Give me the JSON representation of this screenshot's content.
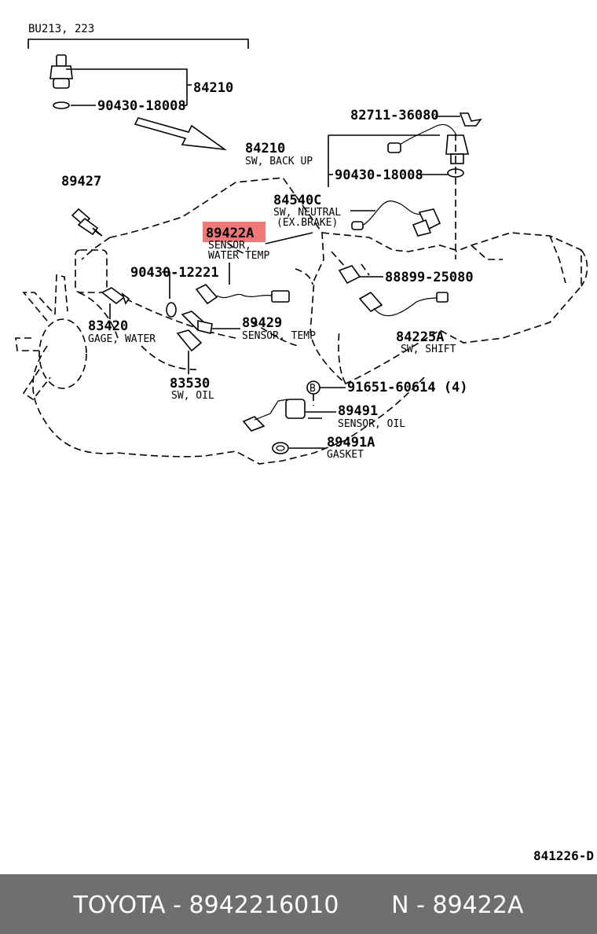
{
  "diagram": {
    "model_note": "BU213, 223",
    "code": "841226-D",
    "highlight_color": "#f07878",
    "parts": {
      "p84210_top": "84210",
      "p90430_top": "90430-18008",
      "p82711": "82711-36080",
      "p84210": "84210",
      "p84210_desc": "SW, BACK UP",
      "p90430_mid": "90430-18008",
      "p89427": "89427",
      "p84540c": "84540C",
      "p84540c_desc1": "SW, NEUTRAL",
      "p84540c_desc2": "(EX.BRAKE)",
      "p89422a": "89422A",
      "p89422a_desc1": "SENSOR,",
      "p89422a_desc2": "WATER TEMP",
      "p90430_12221": "90430-12221",
      "p88899": "88899-25080",
      "p83420": "83420",
      "p83420_desc": "GAGE, WATER",
      "p89429": "89429",
      "p89429_desc": "SENSOR, TEMP",
      "p84225a": "84225A",
      "p84225a_desc": "SW, SHIFT",
      "p83530": "83530",
      "p83530_desc": "SW, OIL",
      "bolt_marker": "B",
      "p91651": "91651-60614 (4)",
      "p89491": "89491",
      "p89491_desc": "SENSOR, OIL",
      "p89491a": "89491A",
      "p89491a_desc": "GASKET"
    }
  },
  "footer": {
    "text": "TOYOTA - 8942216010       N - 89422A",
    "background": "#6f6f6f"
  }
}
